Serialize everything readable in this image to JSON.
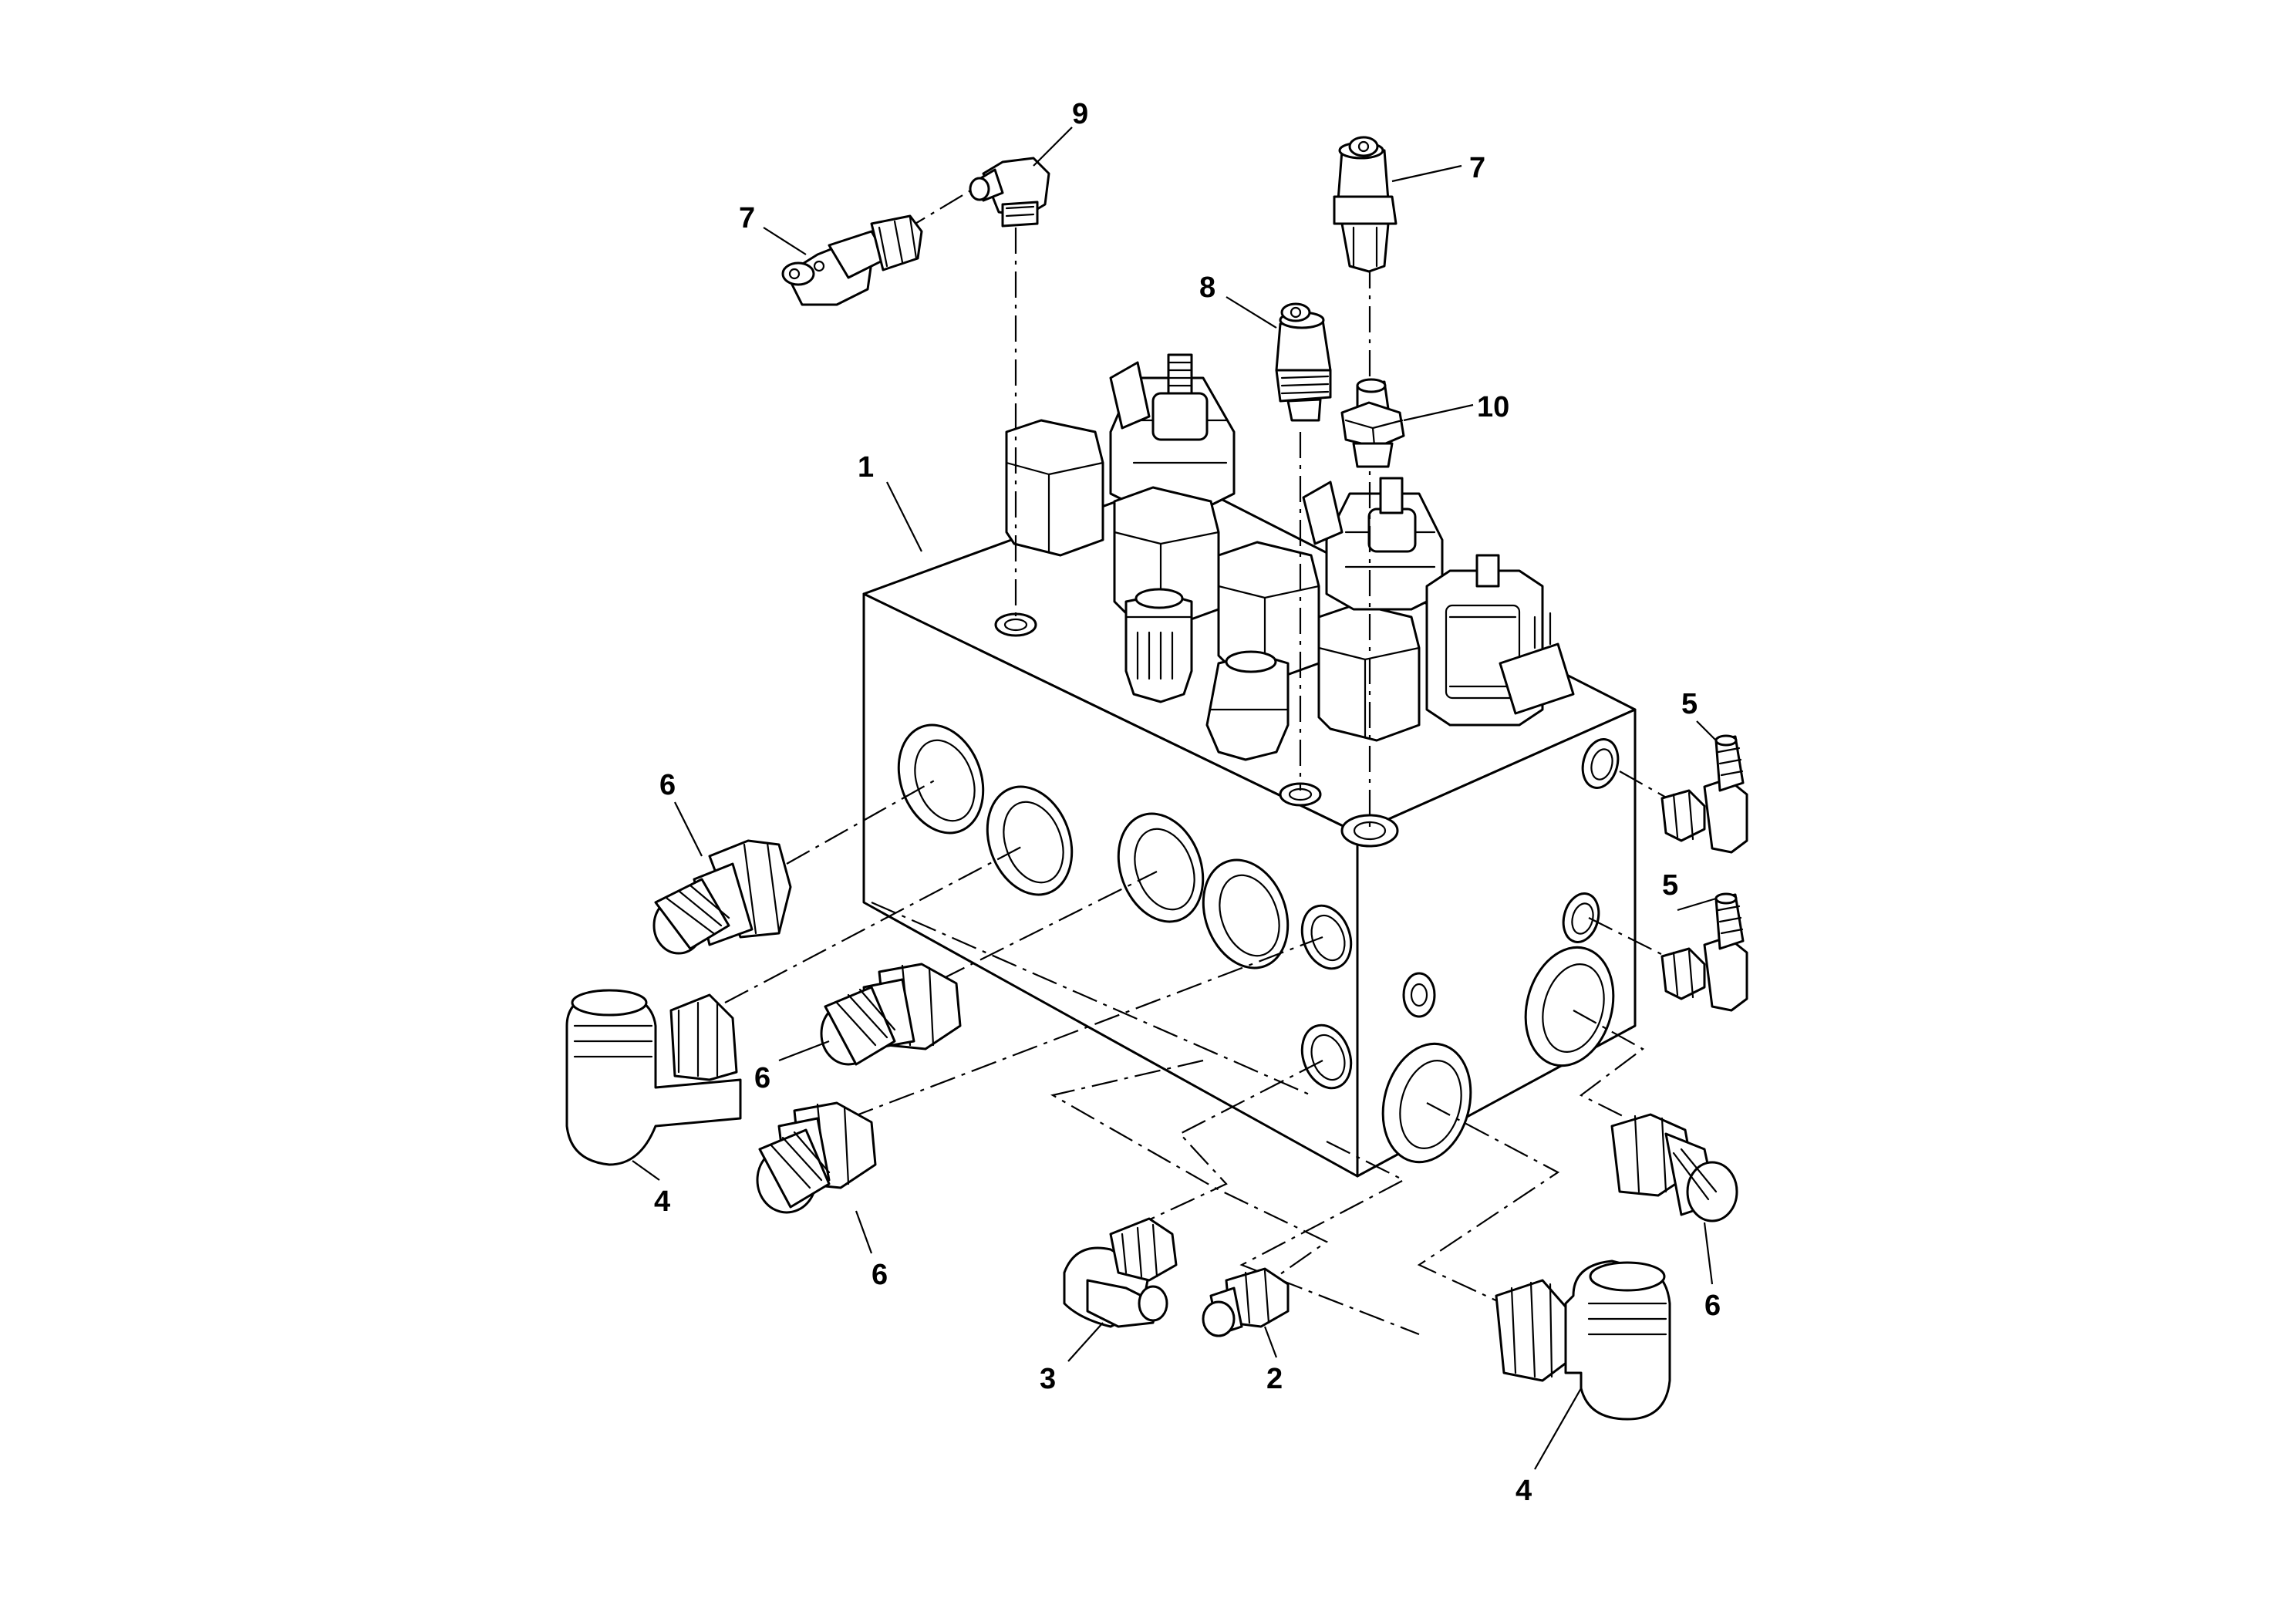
{
  "diagram": {
    "type": "exploded parts illustration",
    "line_color": "#000000",
    "background": "#ffffff",
    "callouts": [
      {
        "id": "c1",
        "label": "1"
      },
      {
        "id": "c2",
        "label": "2"
      },
      {
        "id": "c3",
        "label": "3"
      },
      {
        "id": "c4a",
        "label": "4"
      },
      {
        "id": "c4b",
        "label": "4"
      },
      {
        "id": "c5a",
        "label": "5"
      },
      {
        "id": "c5b",
        "label": "5"
      },
      {
        "id": "c6a",
        "label": "6"
      },
      {
        "id": "c6b",
        "label": "6"
      },
      {
        "id": "c6c",
        "label": "6"
      },
      {
        "id": "c6d",
        "label": "6"
      },
      {
        "id": "c7a",
        "label": "7"
      },
      {
        "id": "c7b",
        "label": "7"
      },
      {
        "id": "c8",
        "label": "8"
      },
      {
        "id": "c9",
        "label": "9"
      },
      {
        "id": "c10",
        "label": "10"
      }
    ]
  }
}
